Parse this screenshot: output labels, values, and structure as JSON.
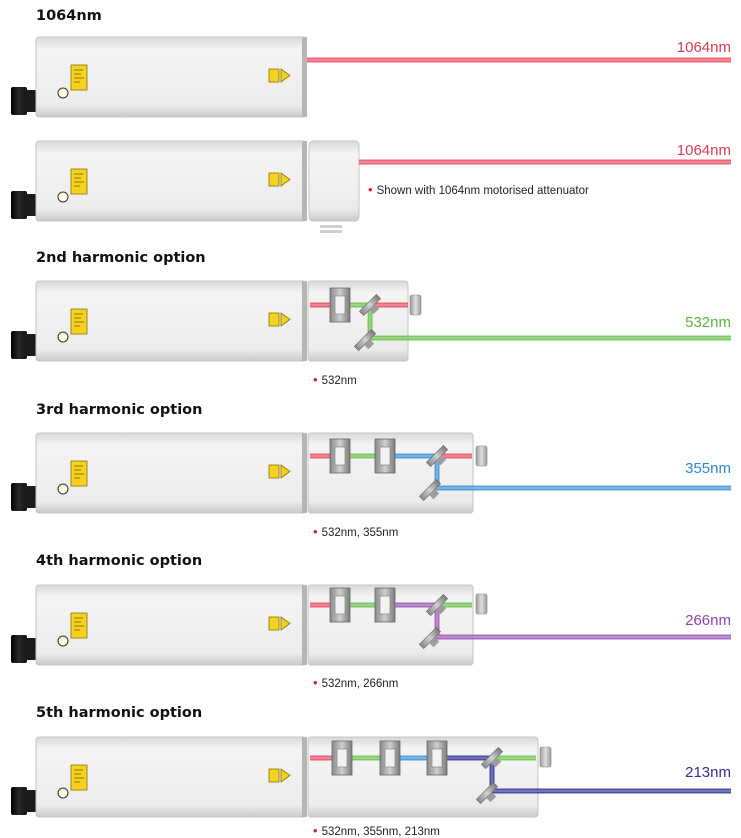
{
  "colors": {
    "red": "#e84a5f",
    "green": "#6cc04a",
    "blue": "#3b8fd4",
    "purple": "#9b55b5",
    "navy": "#2e3192",
    "housing": "#ececec",
    "warning_yellow": "#f4d21f",
    "bullet": "#d71f36"
  },
  "sections": [
    {
      "heading": "1064nm",
      "output_label": "1064nm",
      "output_color": "#d93b54"
    },
    {
      "heading": "",
      "output_label": "1064nm",
      "output_color": "#d93b54",
      "note": "Shown with 1064nm motorised attenuator"
    },
    {
      "heading": "2nd harmonic option",
      "output_label": "532nm",
      "output_color": "#5fb53c",
      "note": "532nm"
    },
    {
      "heading": "3rd harmonic option",
      "output_label": "355nm",
      "output_color": "#2f86cf",
      "note": "532nm, 355nm"
    },
    {
      "heading": "4th harmonic option",
      "output_label": "266nm",
      "output_color": "#8e44ad",
      "note": "532nm, 266nm"
    },
    {
      "heading": "5th harmonic option",
      "output_label": "213nm",
      "output_color": "#2e3192",
      "note": "532nm, 355nm, 213nm"
    }
  ],
  "icons": [
    "laser-warning-label-icon",
    "aperture-warning-label-icon",
    "power-connector-icon",
    "indicator-led-icon",
    "crystal-holder-icon",
    "dichroic-mirror-icon",
    "beam-dump-icon"
  ]
}
